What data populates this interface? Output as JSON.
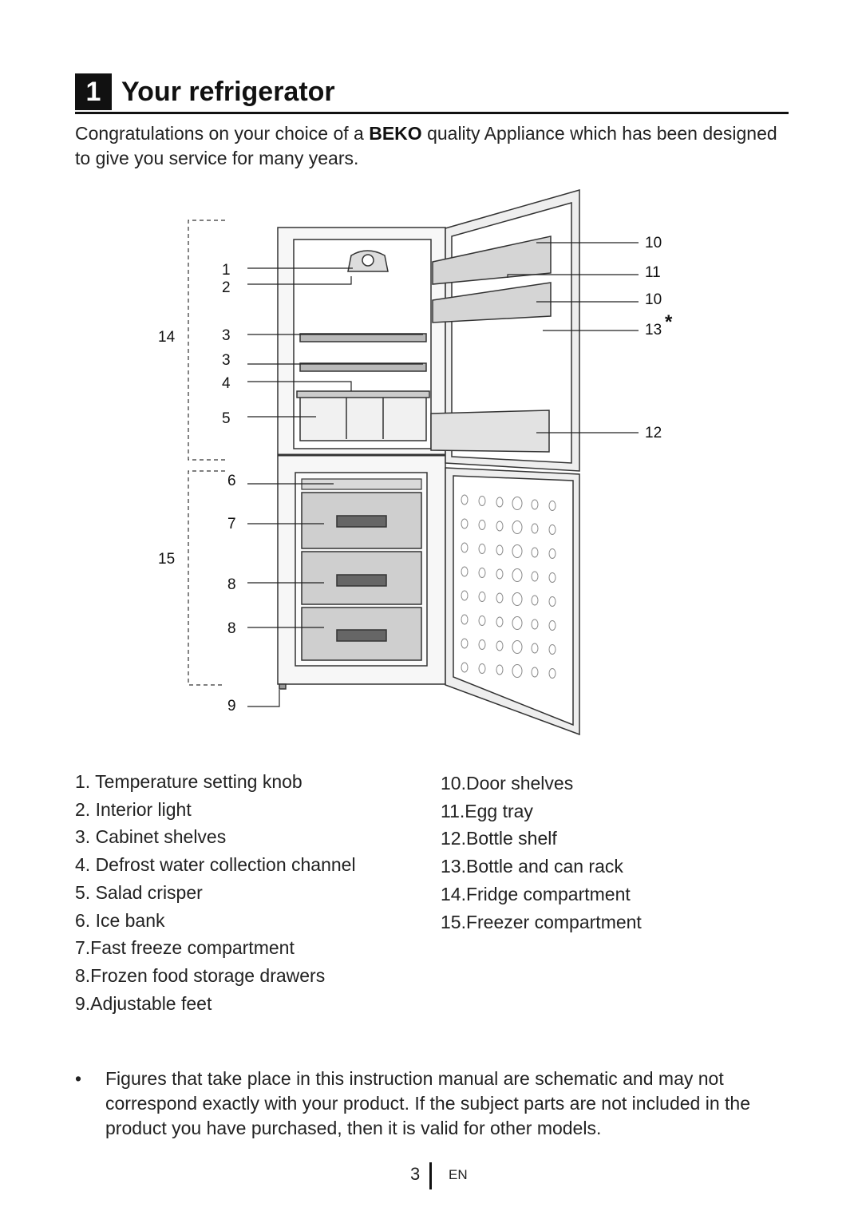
{
  "heading": {
    "number": "1",
    "title": "Your refrigerator"
  },
  "intro": {
    "before": " Congratulations on your choice of a ",
    "brand": "BEKO",
    "after": " quality Appliance which has been designed to give you service for many years."
  },
  "diagram": {
    "callouts": {
      "c1": "1",
      "c2": "2",
      "c3a": "3",
      "c3b": "3",
      "c4": "4",
      "c5": "5",
      "c6": "6",
      "c7": "7",
      "c8a": "8",
      "c8b": "8",
      "c9": "9",
      "c10a": "10",
      "c11": "11",
      "c10b": "10",
      "c13": "13",
      "c13star": "*",
      "c12": "12",
      "c14": "14",
      "c15": "15"
    }
  },
  "legend": {
    "left": [
      "1. Temperature setting knob",
      "2. Interior light",
      "3. Cabinet shelves",
      "4. Defrost water collection channel",
      "5. Salad crisper",
      "6. Ice bank",
      "7.Fast freeze compartment",
      "8.Frozen food storage drawers",
      "9.Adjustable feet"
    ],
    "right": [
      "10.Door shelves",
      "11.Egg tray",
      "12.Bottle shelf",
      "13.Bottle and can rack",
      "14.Fridge compartment",
      "15.Freezer compartment"
    ]
  },
  "note": {
    "bullet": "•",
    "text": "Figures that take place in this instruction manual are schematic and may not correspond exactly with your product. If the subject parts are not included in the product you have purchased, then it is valid for other models."
  },
  "footer": {
    "page": "3",
    "lang": "EN"
  }
}
